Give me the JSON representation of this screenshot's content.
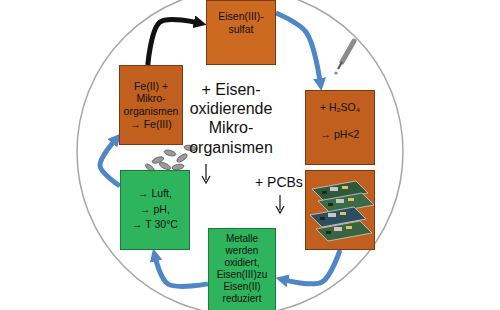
{
  "diagram": {
    "nodes": [
      {
        "text": [
          "Eisen(III)-sulfat"
        ]
      },
      {
        "text": [
          "+ H₂SO₄",
          "→ pH<2"
        ]
      },
      {
        "text": [
          "+ PCBs"
        ]
      },
      {
        "text": [
          "Metalle werden oxidiert, Eisen(III)zu Eisen(II) reduziert"
        ]
      },
      {
        "text": [
          "→ Luft,",
          "→ pH,",
          "→ T 30°C"
        ]
      },
      {
        "text": [
          "Fe(II) + Mikro-organismen → Fe(III)"
        ]
      }
    ],
    "edges": [
      {
        "from": 0,
        "to": 1,
        "arrow": "to"
      },
      {
        "from": 2,
        "to": 3,
        "arrow": "to"
      },
      {
        "from": 3,
        "to": 4,
        "arrow": "to"
      },
      {
        "from": 4,
        "to": 5,
        "arrow": "to"
      },
      {
        "from": 5,
        "to": 0,
        "arrow": "to"
      }
    ],
    "labels": [
      "+ Eisen-oxidierende Mikro-organismen"
    ]
  }
}
